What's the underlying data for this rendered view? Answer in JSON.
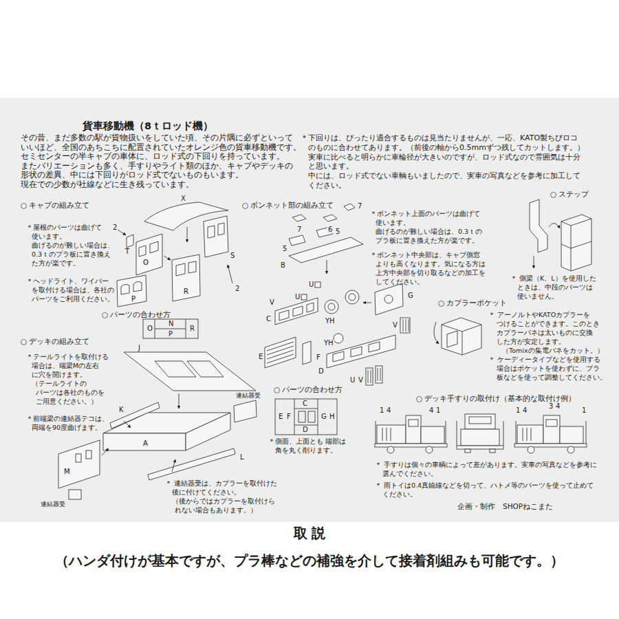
{
  "diagram": {
    "title": "貨車移動機（8ｔロッド機）",
    "caption": "取 説",
    "labels": [
      "その昔、まだ多数の駅が貨物扱いをしていた頃、その片隅に必ずといって",
      "いいほど、全国のあちこちに配置されていたオレンジ色の貨車移動機です。",
      "セミセンターの半キャブの車体に、ロッド式の下回りを持っています。",
      "またバリエーションも多く、手すりやライト類のほか、キャブやデッキの",
      "形状の差異、中には下回りがロッド式でないものもいます。",
      "現在での少数が社線などに生き残っています。",
      "＊下回りは、ぴったり適合するものは見当たりませんが、一応、KATO製ちびロコ",
      "のものに合わせてあります。（前後の軸から0.5mmずつ残してカットします。）",
      "実車に比べると明らかに車輪径が大きいのですが、ロッド式なので雰囲気は十分",
      "と思います。",
      "中には、ロッド式でない車輌もいましたので、実車の写真などを参考に加工して",
      "ください。",
      "○ キャブの組み立て",
      "＊屋根のパーツは曲げて",
      "使います。",
      "曲げるのが難しい場合は、",
      "0.3ｔのプラ板に置き換え",
      "た方が楽です。",
      "＊ヘッドライト、ワイパー",
      "を取付ける場合は、各社の",
      "パーツをご利用ください。",
      "○ パーツの合わせ方",
      "○ デッキの組み立て",
      "＊テールライトを取付ける",
      "場合は、端梁Mの左右",
      "に穴を開けます。",
      "（テールライトの",
      "パーツは各社のものを",
      "ご用意ください。）",
      "＊前端梁の連結器テコは、",
      "両端を90度曲げます。",
      "＊ 連結器受は、カプラーを取付けた",
      "後に付けてください。",
      "（後からではカプラーを取付けら",
      "れない場合もあります。）",
      "○ ボンネット部の組み立て",
      "＊ボンネット上面のパーツは曲げて",
      "使います。",
      "曲げるのが難しい場合は、0.3ｔの",
      "プラ板に置き換えた方が楽です。",
      "＊ボンネット中央部は、キャブ側窓",
      "よりも高くなります。気になる方は",
      "上方中央部を切り取るなどの加工を",
      "してください。",
      "○ ステップ",
      "＊ 側梁（K、L）を使用した",
      "ときは、中段のパーツは",
      "使いません。",
      "○ カプラーポケット",
      "＊ アーノルトやKATOカプラーを",
      "つけることができます。このとき",
      "カプラーバネは太いものに交換",
      "した方が安定します。",
      "（Tomixの集電バネをカット。）",
      "＊ ケーディータイプなどを使用する",
      "場合はポケットを使わずに、プラ",
      "板などを使って調整してください。",
      "○ パーツの合わせ方",
      "＊側面、上面とも 端部は",
      "角を丸く削ります。",
      "○ デッキ手すりの取付け（基本的な取付け例）",
      "＊ 手すりは個々の車輌によって差があります。実車の写真などを参考に",
      "選んでください。",
      "＊ 雨トイは0.4真鍮線などを切って、ハトメ等のパーツを使って止めて",
      "ください。",
      "企画・制作　SHOPねこまた",
      "（ハンダ付けが基本ですが、プラ棒などの補強を介して接着剤組みも可能です。）",
      "2",
      "X",
      "T",
      "O",
      "S",
      "2",
      "P",
      "R",
      "O",
      "N",
      "P",
      "R",
      "J",
      "K",
      "A",
      "L",
      "M",
      "連結器受",
      "連結器受",
      "7",
      "6",
      "7",
      "5",
      "5",
      "B",
      "U",
      "U",
      "V",
      "C",
      "YH",
      "YH",
      "G",
      "V",
      "E",
      "F",
      "D",
      "U",
      "V",
      "C",
      "E",
      "F",
      "G",
      "H",
      "D",
      "1",
      "4",
      "4",
      "1",
      "1",
      "4",
      "3",
      "4",
      "1"
    ]
  }
}
